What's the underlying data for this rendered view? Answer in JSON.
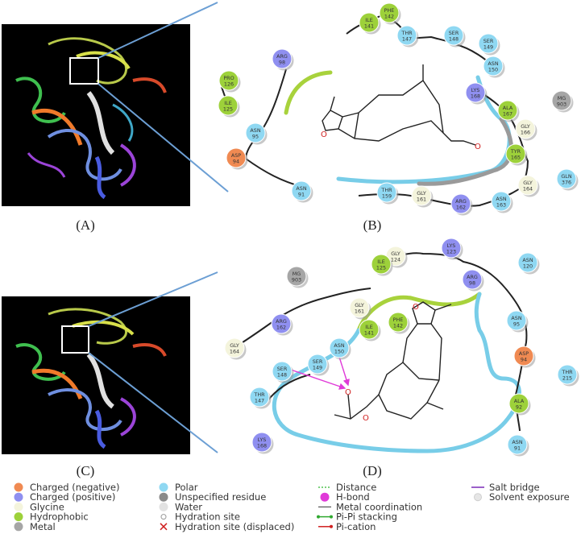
{
  "panels": {
    "a": {
      "label": "(A)"
    },
    "b": {
      "label": "(B)"
    },
    "c": {
      "label": "(C)"
    },
    "d": {
      "label": "(D)"
    }
  },
  "colors": {
    "negative": "#f08a52",
    "positive": "#8f8ff0",
    "glycine": "#f4f4dc",
    "hydrophobic": "#9dd13a",
    "metal": "#a6a6a6",
    "polar": "#8fd8f2",
    "unspecified": "#8a8a8a",
    "water": "#e2e2e2",
    "pocket_polar": "#78cde8",
    "pocket_hydrophobic": "#a8d23c",
    "pocket_exposed": "#9a9a9a",
    "hbond": "#e03ad8",
    "zoom_line": "#6c9fd4",
    "backbone": "#222222"
  },
  "panel_b": {
    "residues": [
      {
        "name": "PHE",
        "num": "142",
        "type": "hydrophobic"
      },
      {
        "name": "ILE",
        "num": "141",
        "type": "hydrophobic"
      },
      {
        "name": "THR",
        "num": "147",
        "type": "polar"
      },
      {
        "name": "SER",
        "num": "148",
        "type": "polar"
      },
      {
        "name": "SER",
        "num": "149",
        "type": "polar"
      },
      {
        "name": "ASN",
        "num": "150",
        "type": "polar"
      },
      {
        "name": "ARG",
        "num": "98",
        "type": "positive"
      },
      {
        "name": "PRO",
        "num": "126",
        "type": "hydrophobic"
      },
      {
        "name": "ILE",
        "num": "125",
        "type": "hydrophobic"
      },
      {
        "name": "LYS",
        "num": "168",
        "type": "positive"
      },
      {
        "name": "MG",
        "num": "903",
        "type": "metal"
      },
      {
        "name": "ALA",
        "num": "167",
        "type": "hydrophobic"
      },
      {
        "name": "ASN",
        "num": "95",
        "type": "polar"
      },
      {
        "name": "GLY",
        "num": "166",
        "type": "glycine"
      },
      {
        "name": "ASP",
        "num": "94",
        "type": "negative"
      },
      {
        "name": "TYR",
        "num": "165",
        "type": "hydrophobic"
      },
      {
        "name": "GLY",
        "num": "164",
        "type": "glycine"
      },
      {
        "name": "GLN",
        "num": "376",
        "type": "polar"
      },
      {
        "name": "ASN",
        "num": "91",
        "type": "polar"
      },
      {
        "name": "THR",
        "num": "159",
        "type": "polar"
      },
      {
        "name": "GLY",
        "num": "161",
        "type": "glycine"
      },
      {
        "name": "ARG",
        "num": "162",
        "type": "positive"
      },
      {
        "name": "ASN",
        "num": "163",
        "type": "polar"
      }
    ]
  },
  "panel_d": {
    "residues": [
      {
        "name": "LYS",
        "num": "123",
        "type": "positive"
      },
      {
        "name": "GLY",
        "num": "124",
        "type": "glycine"
      },
      {
        "name": "ILE",
        "num": "125",
        "type": "hydrophobic"
      },
      {
        "name": "ARG",
        "num": "98",
        "type": "positive"
      },
      {
        "name": "ASN",
        "num": "120",
        "type": "polar"
      },
      {
        "name": "MG",
        "num": "903",
        "type": "metal"
      },
      {
        "name": "GLY",
        "num": "161",
        "type": "glycine"
      },
      {
        "name": "PHE",
        "num": "142",
        "type": "hydrophobic"
      },
      {
        "name": "ILE",
        "num": "141",
        "type": "hydrophobic"
      },
      {
        "name": "ARG",
        "num": "162",
        "type": "positive"
      },
      {
        "name": "ASN",
        "num": "95",
        "type": "polar"
      },
      {
        "name": "GLY",
        "num": "164",
        "type": "glycine"
      },
      {
        "name": "ASN",
        "num": "150",
        "type": "polar"
      },
      {
        "name": "ASP",
        "num": "94",
        "type": "negative"
      },
      {
        "name": "SER",
        "num": "149",
        "type": "polar"
      },
      {
        "name": "SER",
        "num": "148",
        "type": "polar"
      },
      {
        "name": "THR",
        "num": "215",
        "type": "polar"
      },
      {
        "name": "THR",
        "num": "147",
        "type": "polar"
      },
      {
        "name": "ALA",
        "num": "92",
        "type": "hydrophobic"
      },
      {
        "name": "LYS",
        "num": "168",
        "type": "positive"
      },
      {
        "name": "ASN",
        "num": "91",
        "type": "polar"
      }
    ]
  },
  "legend": {
    "col1": [
      {
        "label": "Charged (negative)",
        "type": "negative"
      },
      {
        "label": "Charged (positive)",
        "type": "positive"
      },
      {
        "label": "Glycine",
        "type": "glycine"
      },
      {
        "label": "Hydrophobic",
        "type": "hydrophobic"
      },
      {
        "label": "Metal",
        "type": "metal"
      }
    ],
    "col2": [
      {
        "label": "Polar",
        "type": "polar"
      },
      {
        "label": "Unspecified residue",
        "type": "unspecified"
      },
      {
        "label": "Water",
        "type": "water"
      },
      {
        "label": "Hydration site",
        "type": "hydration"
      },
      {
        "label": "Hydration site (displaced)",
        "type": "hydration-displaced"
      }
    ],
    "col3": [
      {
        "label": "Distance",
        "type": "distance"
      },
      {
        "label": "H-bond",
        "type": "hbond"
      },
      {
        "label": "Metal coordination",
        "type": "metal-coord"
      },
      {
        "label": "Pi-Pi stacking",
        "type": "pipi"
      },
      {
        "label": "Pi-cation",
        "type": "pication"
      }
    ],
    "col4": [
      {
        "label": "Salt bridge",
        "type": "salt"
      },
      {
        "label": "Solvent exposure",
        "type": "solvent"
      }
    ]
  }
}
